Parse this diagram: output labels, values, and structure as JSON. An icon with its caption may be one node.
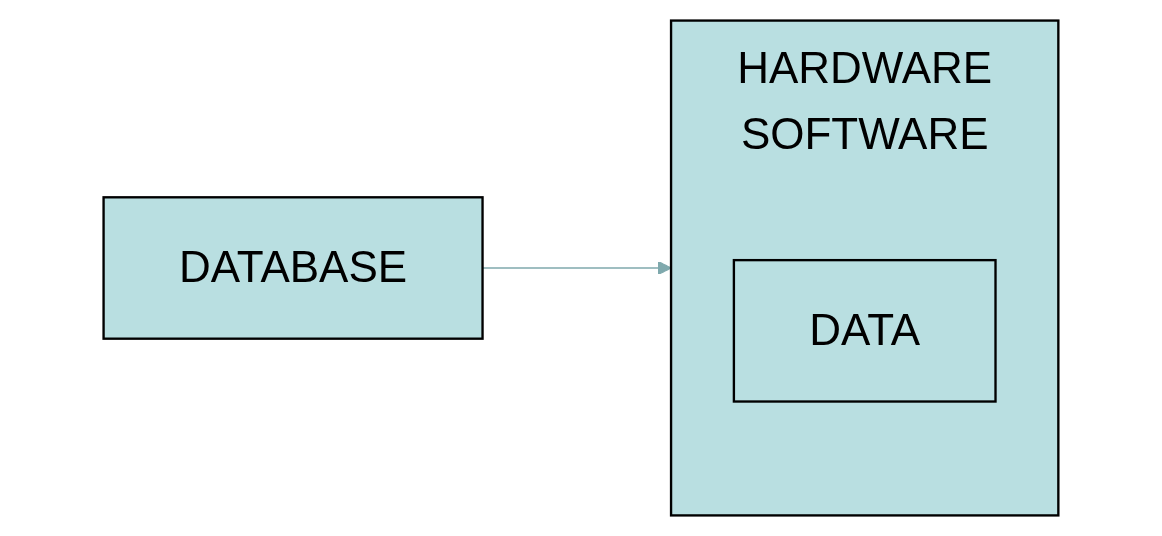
{
  "diagram": {
    "nodes": [
      {
        "text": [
          "DATABASE"
        ]
      },
      {
        "text": [
          "HARDWARE",
          "SOFTWARE"
        ]
      },
      {
        "text": [
          "DATA"
        ],
        "in": 1
      }
    ],
    "edges": [
      {
        "from": 0,
        "to": 1,
        "arrow": "to"
      }
    ]
  }
}
